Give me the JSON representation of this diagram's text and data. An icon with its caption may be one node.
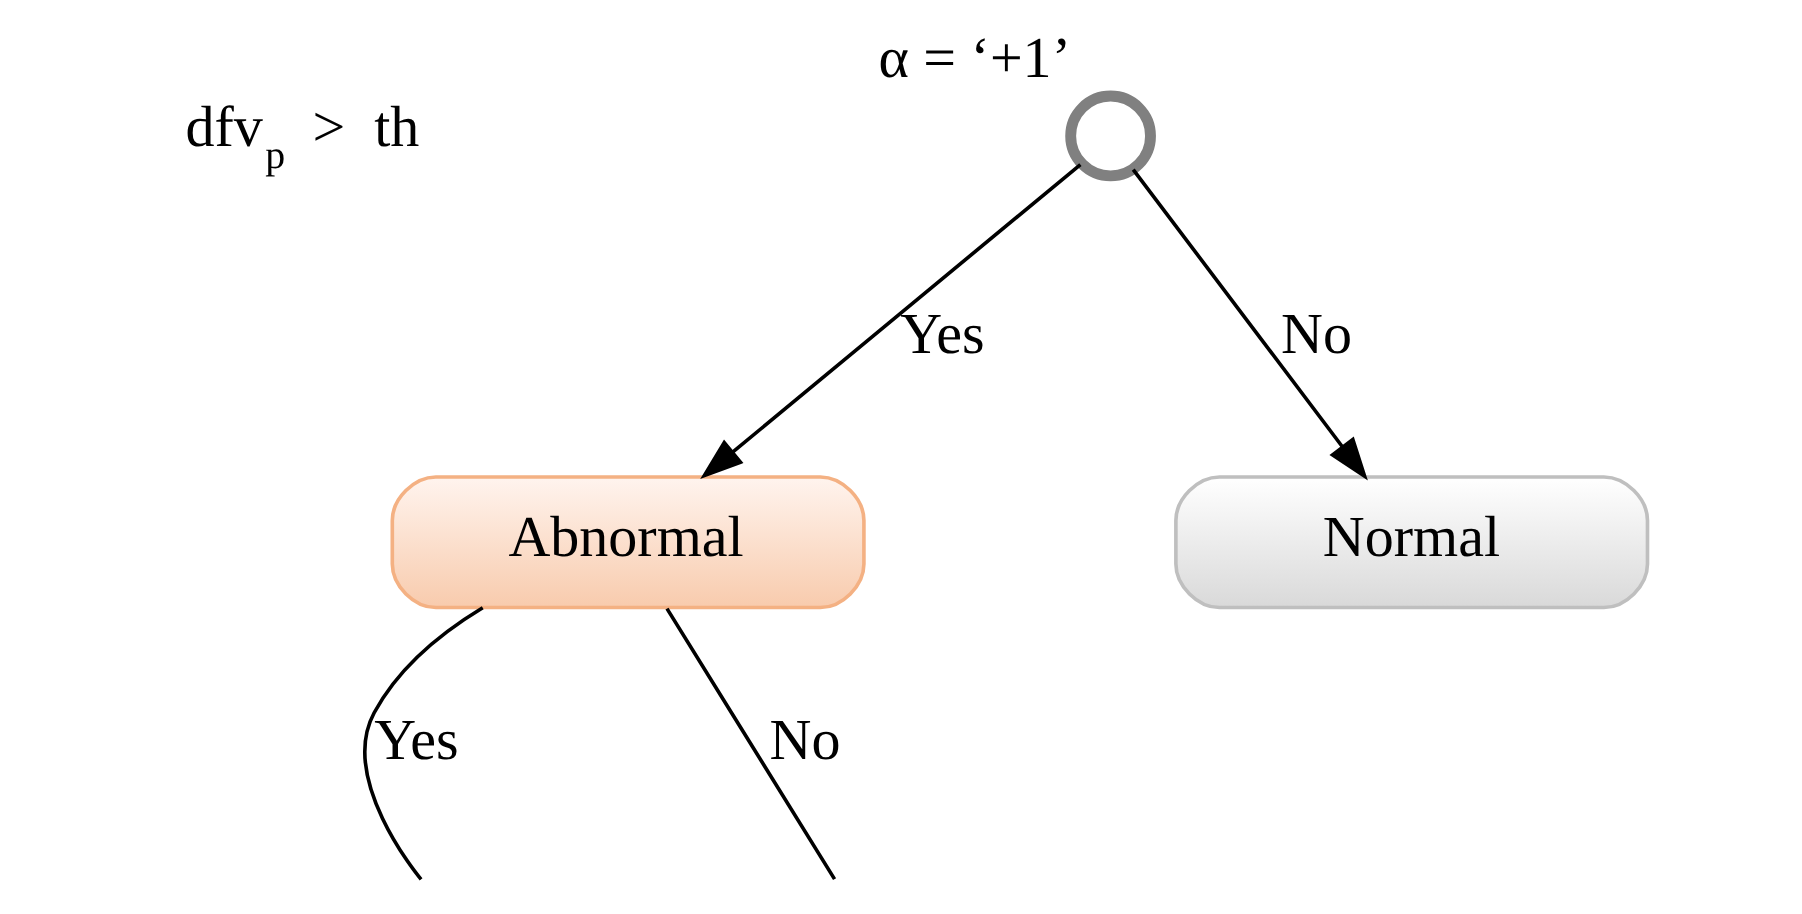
{
  "diagram": {
    "nodes": [
      {
        "text": [],
        "shape": "circle",
        "beside": [
          "α = ‘+1’"
        ]
      },
      {
        "text": [
          "Abnormal"
        ]
      },
      {
        "text": [
          "Normal"
        ]
      }
    ],
    "edges": [
      {
        "from": 0,
        "to": 1,
        "arrow": "to",
        "label": "Yes"
      },
      {
        "from": 0,
        "to": 2,
        "arrow": "to",
        "label": "No"
      },
      {
        "from": 1,
        "to": null,
        "arrow": "none",
        "label": "Yes"
      },
      {
        "from": 1,
        "to": null,
        "arrow": "none",
        "label": "No"
      }
    ],
    "labels": [
      "dfv$_{p}$ > th"
    ]
  }
}
